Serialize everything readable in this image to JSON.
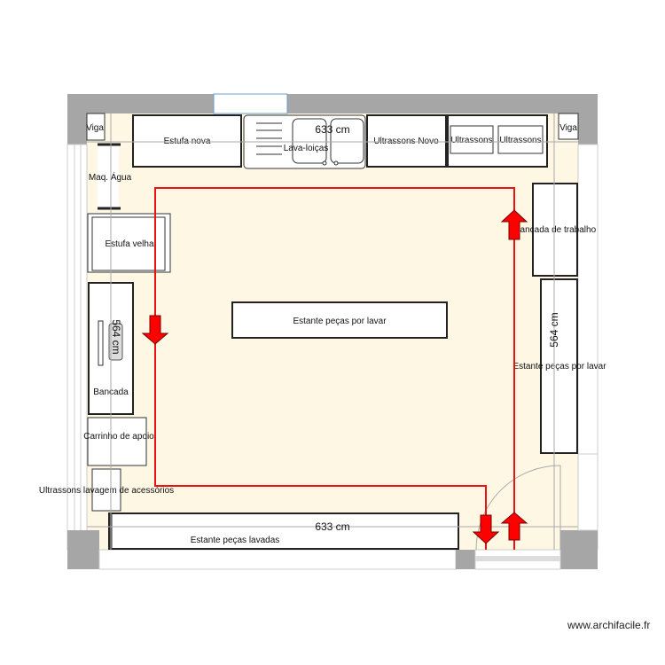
{
  "plan": {
    "labels": {
      "viga_left": "Viga",
      "viga_right": "Viga",
      "estufa_nova": "Estufa nova",
      "lava_loicas": "Lava-loiças",
      "ultrassons_novo": "Ultrassons Novo",
      "ultrassons_1": "Ultrassons",
      "ultrassons_2": "Ultrassons",
      "maq_agua": "Maq. Água",
      "estufa_velha": "Estufa velha",
      "bancada_left": "Bancada",
      "carrinho": "Carrinho de apoio",
      "ultrassons_lavagem": "Ultrassons lavagem de acessórios",
      "estante_lavadas": "Estante peças lavadas",
      "estante_por_lavar_center": "Estante peças por lavar",
      "estante_por_lavar_right": "Estante peças por lavar",
      "bancada_trabalho": "Bancada de trabalho"
    },
    "dimensions": {
      "width_top": "633 cm",
      "width_bottom": "633 cm",
      "height_right": "564 cm",
      "height_left": "564 cm"
    },
    "colors": {
      "floor": "#fdf7e4",
      "wall": "#a6a6a6",
      "route": "#ee1111",
      "window": "#6a9fd0"
    }
  },
  "watermark": "www.archifacile.fr"
}
